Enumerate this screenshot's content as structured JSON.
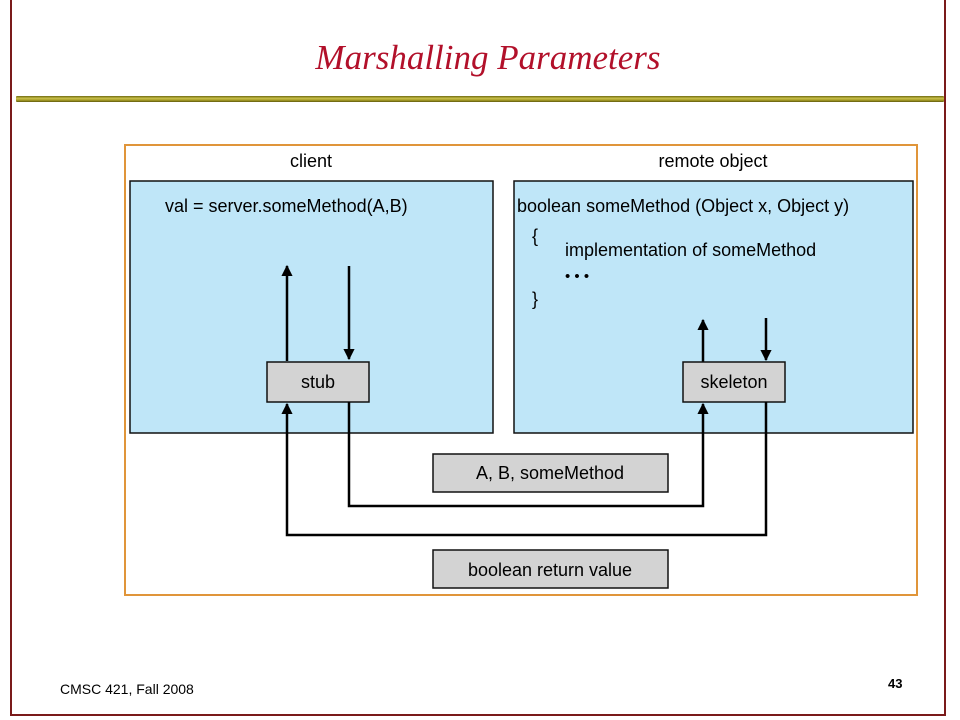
{
  "slide": {
    "title": "Marshalling Parameters",
    "footer_course": "CMSC 421, Fall 2008",
    "page_number": "43"
  },
  "diagram": {
    "client_label": "client",
    "remote_label": "remote object",
    "client_call": "val = server.someMethod(A,B)",
    "remote_signature": "boolean someMethod (Object x, Object y)",
    "open_brace": "{",
    "implementation_text": "implementation of someMethod",
    "ellipsis": "• • •",
    "close_brace": "}",
    "stub_label": "stub",
    "skeleton_label": "skeleton",
    "request_message": "A, B, someMethod",
    "response_message": "boolean return value"
  },
  "colors": {
    "title": "#b2102a",
    "border": "#7a1a1a",
    "rule": "#a59b26",
    "frame": "#e0953a",
    "panel_fill": "#bfe6f8",
    "box_fill": "#d3d3d3"
  }
}
